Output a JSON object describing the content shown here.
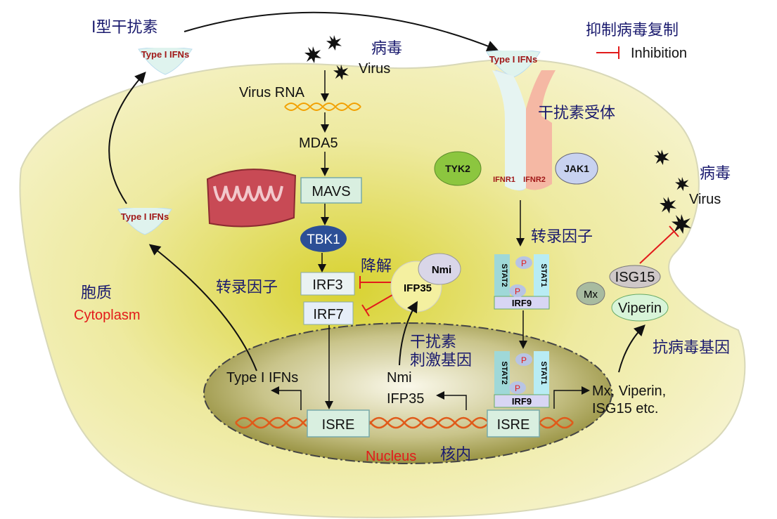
{
  "top_left": {
    "title_cn": "I型干扰素",
    "ifn_label": "Type I IFNs"
  },
  "virus_top": {
    "cn": "病毒",
    "en": "Virus"
  },
  "legend": {
    "title_cn": "抑制病毒复制",
    "inhibition": "Inhibition",
    "inhibition_color": "#e21b1b"
  },
  "pathway": {
    "virus_rna": "Virus RNA",
    "mda5": "MDA5",
    "mavs": "MAVS",
    "tbk1": "TBK1",
    "irf3": "IRF3",
    "irf7": "IRF7",
    "tf_cn": "转录因子",
    "degrade_cn": "降解",
    "nmi": "Nmi",
    "ifp35": "IFP35"
  },
  "receptor": {
    "ifn_label": "Type I IFNs",
    "cn": "干扰素受体",
    "tyk2": "TYK2",
    "jak1": "JAK1",
    "ifnr1": "IFNR1",
    "ifnr2": "IFNR2",
    "tf_cn": "转录因子",
    "stat1": "STAT1",
    "stat2": "STAT2",
    "p": "P",
    "irf9": "IRF9"
  },
  "virus_right": {
    "cn": "病毒",
    "en": "Virus"
  },
  "antiviral": {
    "isg15": "ISG15",
    "mx": "Mx",
    "viperin": "Viperin",
    "cn": "抗病毒基因",
    "genes_line1": "Mx, Viperin,",
    "genes_line2": "ISG15 etc."
  },
  "nucleus": {
    "type_i_ifns": "Type I IFNs",
    "isre": "ISRE",
    "isg_cn_1": "干扰素",
    "isg_cn_2": "刺激基因",
    "nmi": "Nmi",
    "ifp35": "IFP35",
    "en": "Nucleus",
    "cn": "核内"
  },
  "cytoplasm": {
    "cn": "胞质",
    "en": "Cytoplasm",
    "ifn_label": "Type I IFNs"
  }
}
